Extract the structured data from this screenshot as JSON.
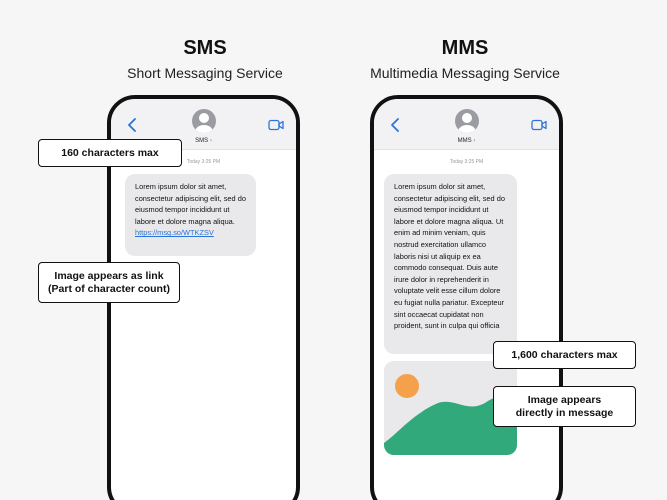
{
  "sms": {
    "title": "SMS",
    "subtitle": "Short Messaging Service",
    "contact_name": "SMS",
    "timestamp": "Today 3:25 PM",
    "message": "Lorem ipsum dolor sit amet, consectetur adipiscing elit, sed do eiusmod tempor incididunt ut labore et dolore magna aliqua.",
    "link": "https://msg.so/WTKZSV",
    "callout_limit": "160 characters max",
    "callout_image_line1": "Image appears as link",
    "callout_image_line2": "(Part of character count)"
  },
  "mms": {
    "title": "MMS",
    "subtitle": "Multimedia Messaging Service",
    "contact_name": "MMS",
    "timestamp": "Today 3:25 PM",
    "message": "Lorem ipsum dolor sit amet, consectetur adipiscing elit, sed do eiusmod tempor incididunt ut labore et dolore magna aliqua. Ut enim ad minim veniam, quis nostrud exercitation ullamco laboris nisi ut aliquip ex ea commodo consequat. Duis aute irure dolor in reprehenderit in voluptate velit esse cillum dolore eu fugiat nulla pariatur. Excepteur sint occaecat cupidatat non proident, sunt in culpa qui officia",
    "callout_limit": "1,600 characters max",
    "callout_image_line1": "Image appears",
    "callout_image_line2": "directly in message"
  },
  "icons": {
    "back": "chevron-left-icon",
    "avatar": "person-icon",
    "video": "video-camera-icon",
    "image": "landscape-image-icon"
  },
  "colors": {
    "accent_blue": "#2a73d9",
    "image_sun": "#f5a04a",
    "image_hill": "#32a97a",
    "bubble_gray": "#e9e9eb"
  }
}
